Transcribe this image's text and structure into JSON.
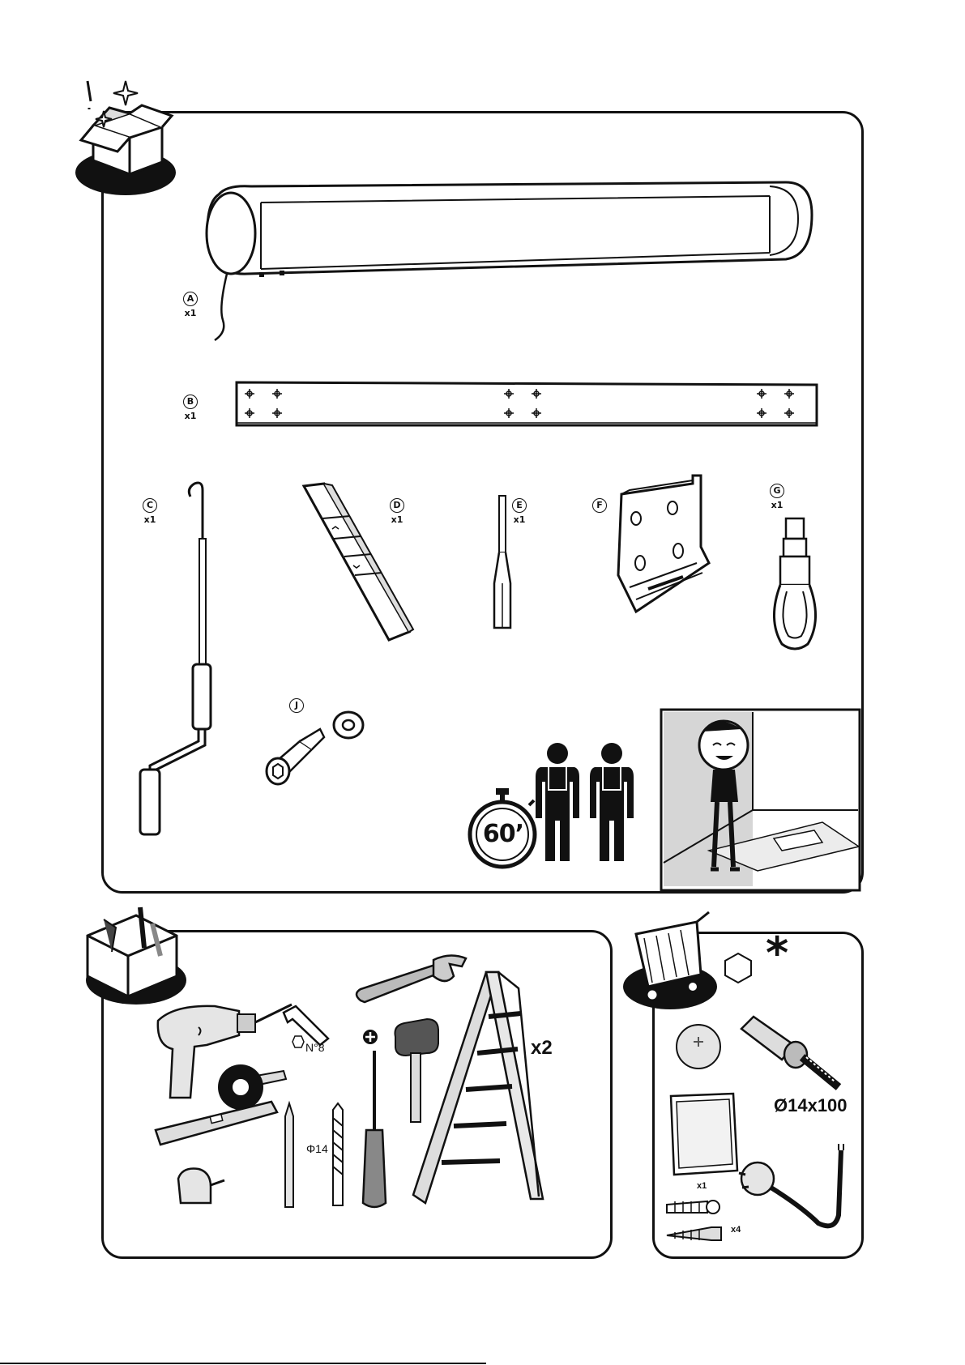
{
  "parts": {
    "A": {
      "letter": "A",
      "qty": "x1"
    },
    "B": {
      "letter": "B",
      "qty": "x1"
    },
    "C": {
      "letter": "C",
      "qty": "x1"
    },
    "D": {
      "letter": "D",
      "qty": "x1"
    },
    "E": {
      "letter": "E",
      "qty": "x1"
    },
    "F": {
      "letter": "F"
    },
    "G": {
      "letter": "G",
      "qty": "x1"
    },
    "J": {
      "letter": "J"
    }
  },
  "install": {
    "time": "60’",
    "persons_icon": "two-workers-icon"
  },
  "tools": {
    "hex_key_size": "N°8",
    "drill_bit": "Φ14",
    "ladder_qty": "x2",
    "screwdriver_type_icon": "phillips-icon"
  },
  "buy": {
    "asterisk": "*",
    "anchor_size": "Ø14x100",
    "box_qty": "x1",
    "screws_qty": "x4"
  },
  "colors": {
    "ink": "#111111",
    "grey": "#9a9a9a",
    "light": "#d6d6d6"
  }
}
